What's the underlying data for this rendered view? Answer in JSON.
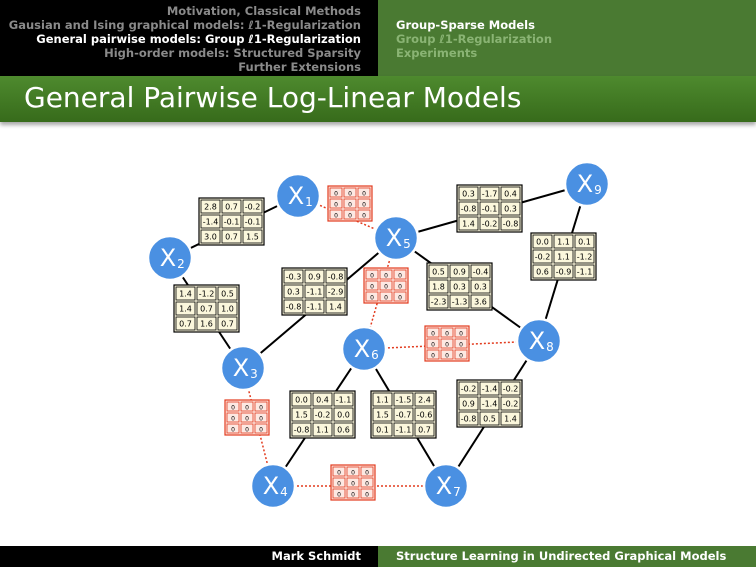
{
  "nav": {
    "left": [
      {
        "label": "Motivation, Classical Methods",
        "active": false
      },
      {
        "label": "Gausian and Ising graphical models: ℓ1-Regularization",
        "active": false
      },
      {
        "label": "General pairwise models: Group ℓ1-Regularization",
        "active": true
      },
      {
        "label": "High-order models: Structured Sparsity",
        "active": false
      },
      {
        "label": "Further Extensions",
        "active": false
      }
    ],
    "right": [
      {
        "label": "Group-Sparse Models",
        "active": true
      },
      {
        "label": "Group ℓ1-Regularization",
        "active": false
      },
      {
        "label": "Experiments",
        "active": false
      }
    ]
  },
  "slide_title": "General Pairwise Log-Linear Models",
  "footer": {
    "author": "Mark Schmidt",
    "talk_title": "Structure Learning in Undirected Graphical Models"
  },
  "diagram": {
    "nodes": [
      {
        "id": "x1",
        "label": "X",
        "sub": "1"
      },
      {
        "id": "x2",
        "label": "X",
        "sub": "2"
      },
      {
        "id": "x3",
        "label": "X",
        "sub": "3"
      },
      {
        "id": "x4",
        "label": "X",
        "sub": "4"
      },
      {
        "id": "x5",
        "label": "X",
        "sub": "5"
      },
      {
        "id": "x6",
        "label": "X",
        "sub": "6"
      },
      {
        "id": "x7",
        "label": "X",
        "sub": "7"
      },
      {
        "id": "x8",
        "label": "X",
        "sub": "8"
      },
      {
        "id": "x9",
        "label": "X",
        "sub": "9"
      }
    ],
    "edges": [
      {
        "from": "x1",
        "to": "x2",
        "active": true,
        "matrix": [
          [
            "2.8",
            "0.7",
            "-0.2"
          ],
          [
            "-1.4",
            "-0.1",
            "-0.1"
          ],
          [
            "3.0",
            "0.7",
            "1.5"
          ]
        ]
      },
      {
        "from": "x2",
        "to": "x3",
        "active": true,
        "matrix": [
          [
            "1.4",
            "-1.2",
            "0.5"
          ],
          [
            "1.4",
            "0.7",
            "1.0"
          ],
          [
            "0.7",
            "1.6",
            "0.7"
          ]
        ]
      },
      {
        "from": "x3",
        "to": "x5",
        "active": true,
        "matrix": [
          [
            "-0.3",
            "0.9",
            "-0.8"
          ],
          [
            "0.3",
            "-1.1",
            "-2.9"
          ],
          [
            "-0.8",
            "-1.1",
            "1.4"
          ]
        ]
      },
      {
        "from": "x5",
        "to": "x9",
        "active": true,
        "matrix": [
          [
            "0.3",
            "-1.7",
            "0.4"
          ],
          [
            "-0.8",
            "-0.1",
            "0.3"
          ],
          [
            "1.4",
            "-0.2",
            "-0.8"
          ]
        ]
      },
      {
        "from": "x5",
        "to": "x8",
        "active": true,
        "matrix": [
          [
            "0.5",
            "0.9",
            "-0.4"
          ],
          [
            "1.8",
            "0.3",
            "0.3"
          ],
          [
            "-2.3",
            "-1.3",
            "3.6"
          ]
        ]
      },
      {
        "from": "x9",
        "to": "x8",
        "active": true,
        "matrix": [
          [
            "0.0",
            "1.1",
            "0.1"
          ],
          [
            "-0.2",
            "1.1",
            "-1.2"
          ],
          [
            "0.6",
            "-0.9",
            "-1.1"
          ]
        ]
      },
      {
        "from": "x6",
        "to": "x4",
        "active": true,
        "matrix": [
          [
            "0.0",
            "0.4",
            "-1.1"
          ],
          [
            "1.5",
            "-0.2",
            "0.0"
          ],
          [
            "-0.8",
            "1.1",
            "0.6"
          ]
        ]
      },
      {
        "from": "x6",
        "to": "x7",
        "active": true,
        "matrix": [
          [
            "1.1",
            "-1.5",
            "2.4"
          ],
          [
            "1.5",
            "-0.7",
            "-0.6"
          ],
          [
            "0.1",
            "-1.1",
            "0.7"
          ]
        ]
      },
      {
        "from": "x8",
        "to": "x7",
        "active": true,
        "matrix": [
          [
            "-0.2",
            "-1.4",
            "-0.2"
          ],
          [
            "0.9",
            "-1.4",
            "-0.2"
          ],
          [
            "-0.8",
            "0.5",
            "1.4"
          ]
        ]
      },
      {
        "from": "x1",
        "to": "x5",
        "active": false,
        "matrix": [
          [
            "0",
            "0",
            "0"
          ],
          [
            "0",
            "0",
            "0"
          ],
          [
            "0",
            "0",
            "0"
          ]
        ]
      },
      {
        "from": "x5",
        "to": "x6",
        "active": false,
        "matrix": [
          [
            "0",
            "0",
            "0"
          ],
          [
            "0",
            "0",
            "0"
          ],
          [
            "0",
            "0",
            "0"
          ]
        ]
      },
      {
        "from": "x6",
        "to": "x8",
        "active": false,
        "matrix": [
          [
            "0",
            "0",
            "0"
          ],
          [
            "0",
            "0",
            "0"
          ],
          [
            "0",
            "0",
            "0"
          ]
        ]
      },
      {
        "from": "x3",
        "to": "x4",
        "active": false,
        "matrix": [
          [
            "0",
            "0",
            "0"
          ],
          [
            "0",
            "0",
            "0"
          ],
          [
            "0",
            "0",
            "0"
          ]
        ]
      },
      {
        "from": "x4",
        "to": "x7",
        "active": false,
        "matrix": [
          [
            "0",
            "0",
            "0"
          ],
          [
            "0",
            "0",
            "0"
          ],
          [
            "0",
            "0",
            "0"
          ]
        ]
      }
    ]
  },
  "colors": {
    "node_fill": "#4a90e2",
    "node_stroke": "#ffffff",
    "edge": "#000000",
    "zero_edge": "#e23b1e",
    "matrix_bg": "#fbf7dc",
    "zero_matrix_bg": "#fde8e2",
    "header_dark": "#000000",
    "header_green": "#4a7a32"
  }
}
